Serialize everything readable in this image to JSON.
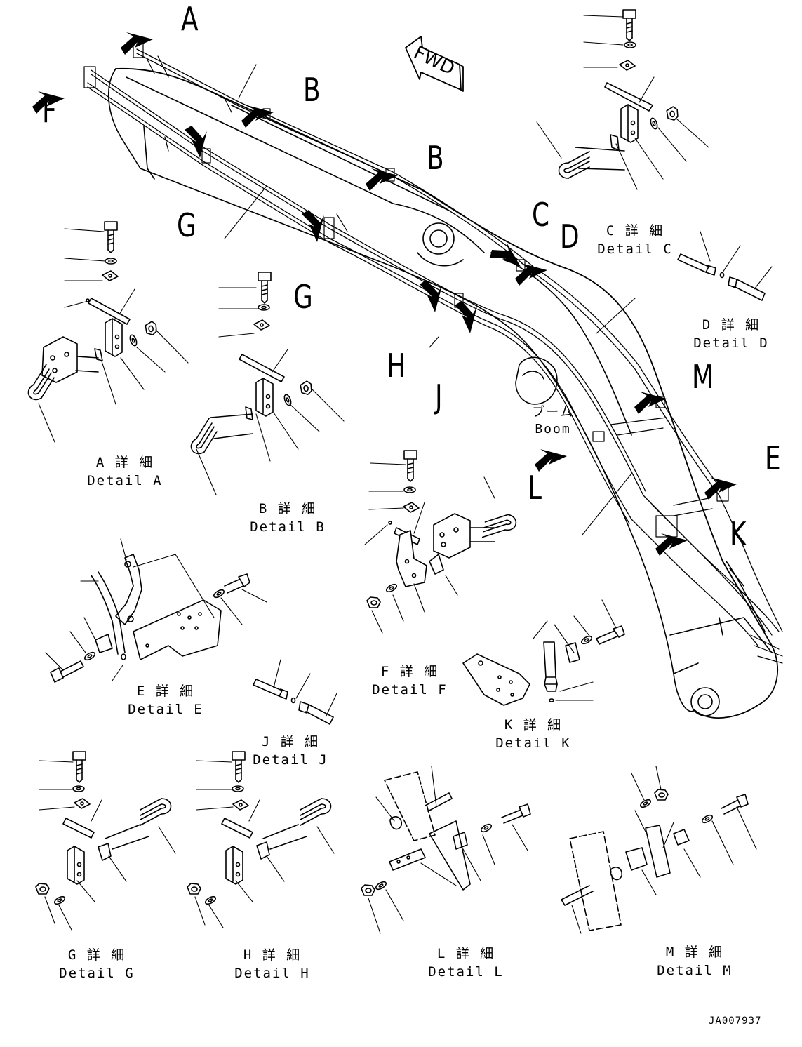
{
  "drawing_code": "JA007937",
  "fwd_label": "FWD",
  "boom_label": {
    "jp": "ブーム",
    "en": "Boom"
  },
  "callout_letters": {
    "A": "A",
    "B1": "B",
    "B2": "B",
    "C": "C",
    "D": "D",
    "E": "E",
    "F": "F",
    "G1": "G",
    "G2": "G",
    "H": "H",
    "J": "J",
    "K": "K",
    "L": "L",
    "M": "M"
  },
  "details": {
    "A": {
      "jp": "A 詳 細",
      "en": "Detail A"
    },
    "B": {
      "jp": "B 詳 細",
      "en": "Detail B"
    },
    "C": {
      "jp": "C 詳 細",
      "en": "Detail C"
    },
    "D": {
      "jp": "D 詳 細",
      "en": "Detail D"
    },
    "E": {
      "jp": "E 詳 細",
      "en": "Detail E"
    },
    "F": {
      "jp": "F 詳 細",
      "en": "Detail F"
    },
    "G": {
      "jp": "G 詳 細",
      "en": "Detail G"
    },
    "H": {
      "jp": "H 詳 細",
      "en": "Detail H"
    },
    "J": {
      "jp": "J 詳 細",
      "en": "Detail J"
    },
    "K": {
      "jp": "K 詳 細",
      "en": "Detail K"
    },
    "L": {
      "jp": "L 詳 細",
      "en": "Detail L"
    },
    "M": {
      "jp": "M 詳 細",
      "en": "Detail M"
    }
  }
}
